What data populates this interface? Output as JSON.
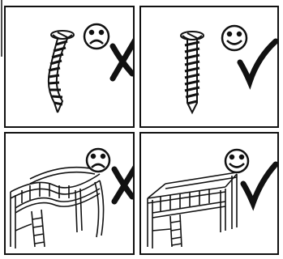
{
  "panels": [
    {
      "id": "screw-bad",
      "subject": "bent-screw",
      "face": "sad-face-icon",
      "mark": "cross-mark-icon"
    },
    {
      "id": "screw-good",
      "subject": "straight-screw",
      "face": "happy-face-icon",
      "mark": "check-mark-icon"
    },
    {
      "id": "bed-bad",
      "subject": "warped-loft-bed",
      "face": "sad-face-icon",
      "mark": "cross-mark-icon"
    },
    {
      "id": "bed-good",
      "subject": "straight-loft-bed",
      "face": "happy-face-icon",
      "mark": "check-mark-icon"
    }
  ],
  "colors": {
    "ink": "#111111",
    "paper": "#ffffff"
  }
}
